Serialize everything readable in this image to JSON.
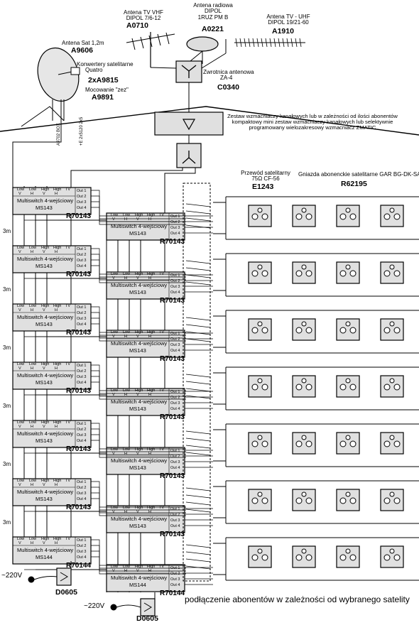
{
  "antennas": {
    "vhf": {
      "line1": "Antena TV VHF",
      "line2": "DIPOL 7/6-12",
      "code": "A0710"
    },
    "radio": {
      "line1": "Antena radiowa",
      "line2": "DIPOL",
      "line3": "1RUZ PM B",
      "code": "A0221"
    },
    "uhf": {
      "line1": "Antena TV - UHF",
      "line2": "DIPOL 19/21-60",
      "code": "A1910"
    }
  },
  "satellite": {
    "dish_label": "Antena Sat 1,2m",
    "dish_code": "A9606",
    "lnb_line1": "Konwertery satelitarne",
    "lnb_line2": "Quatro",
    "lnb_code": "2xA9815",
    "mount_label": "Mocowanie \"zez\"",
    "mount_code": "A9891"
  },
  "combiner": {
    "line1": "Zwrotnica antenowa",
    "line2": "ZA-4",
    "code": "C0340"
  },
  "amplifier": {
    "line1": "Zestaw wzmacniaczy kanałowych lub w zależności od ilości abonentów",
    "line2": "kompaktowy mini zestaw wzmacniaczy kanałowych lub selektywnie",
    "line3": "programowany wielozakresowy wzmacniacz ZMATIC"
  },
  "cable": {
    "line1": "Przewód satelitarny",
    "line2": "75Ω CF-56",
    "code": "E1243"
  },
  "socket": {
    "label": "Gniazda abonenckie satelitarne GAR BG-DK-SAT",
    "code": "R62195"
  },
  "vertical_labels": {
    "left": "A9702 BOX",
    "right": "+E 2x5120 2x5"
  },
  "multiswitch": {
    "name": "Multiswitch 4-wejściowy",
    "inputs": [
      {
        "top": "Low",
        "bottom": "V"
      },
      {
        "top": "Low",
        "bottom": "H"
      },
      {
        "top": "High",
        "bottom": "V"
      },
      {
        "top": "High",
        "bottom": "H"
      },
      {
        "top": "TV",
        "bottom": ""
      }
    ],
    "outputs": [
      "Out 1",
      "Out 2",
      "Out 3",
      "Out 4"
    ]
  },
  "ms_left": [
    {
      "model": "MS143",
      "code": "R70143"
    },
    {
      "model": "MS143",
      "code": "R70143"
    },
    {
      "model": "MS143",
      "code": "R70143"
    },
    {
      "model": "MS143",
      "code": "R70143"
    },
    {
      "model": "MS143",
      "code": "R70143"
    },
    {
      "model": "MS143",
      "code": "R70143"
    },
    {
      "model": "MS144",
      "code": "R70144"
    }
  ],
  "ms_right": [
    {
      "model": "MS143",
      "code": "R70143"
    },
    {
      "model": "MS143",
      "code": "R70143"
    },
    {
      "model": "MS143",
      "code": "R70143"
    },
    {
      "model": "MS143",
      "code": "R70143"
    },
    {
      "model": "MS143",
      "code": "R70143"
    },
    {
      "model": "MS143",
      "code": "R70143"
    },
    {
      "model": "MS144",
      "code": "R70144"
    }
  ],
  "distance": "3m",
  "power": {
    "voltage": "~220V",
    "code": "D0605"
  },
  "footer": "podłączenie abonentów w zależności od wybranego satelity"
}
